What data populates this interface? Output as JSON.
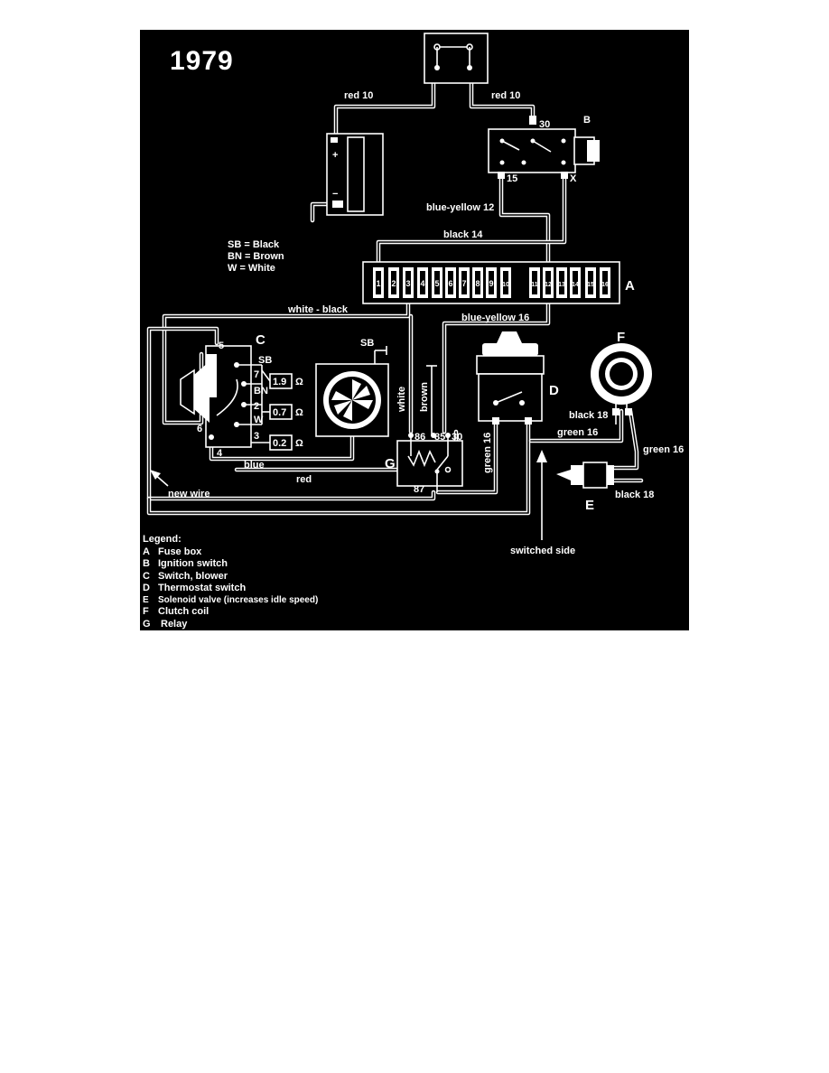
{
  "year": "1979",
  "abbreviations": [
    "SB = Black",
    "BN = Brown",
    "W = White"
  ],
  "component_letters": {
    "A": "A",
    "B": "B",
    "C": "C",
    "D": "D",
    "E": "E",
    "F": "F",
    "G": "G"
  },
  "fuse_numbers": [
    "1",
    "2",
    "3",
    "4",
    "5",
    "6",
    "7",
    "8",
    "9",
    "10",
    "11",
    "12",
    "13",
    "14",
    "15",
    "16"
  ],
  "ignition_terminals": {
    "t30": "30",
    "t15": "15",
    "tx": "X"
  },
  "blower_switch": {
    "terminals": {
      "t5": "5",
      "t7": "7",
      "t2": "2",
      "t3": "3",
      "t6": "6",
      "t4": "4"
    },
    "wire_codes": {
      "sb": "SB",
      "bn": "BN",
      "w": "W"
    },
    "resistors": [
      "1.9",
      "0.7",
      "0.2"
    ],
    "ohm": "Ω"
  },
  "fan_label": "SB",
  "relay_terminals": {
    "t86": "86",
    "t85": "85",
    "t30": "30",
    "t87": "87"
  },
  "wires": {
    "red10_left": "red 10",
    "red10_right": "red 10",
    "blue_yellow_12": "blue-yellow 12",
    "black_14": "black 14",
    "white_black": "white - black",
    "blue_yellow_16": "blue-yellow 16",
    "white": "white",
    "brown": "brown",
    "green16_vertical": "green 16",
    "green16_horizontal": "green 16",
    "green16_right": "green 16",
    "black18_upper": "black 18",
    "black18_lower": "black 18",
    "blue": "blue",
    "red": "red",
    "new_wire": "new wire"
  },
  "annotations": {
    "switched_side": "switched side"
  },
  "legend": {
    "title": "Legend:",
    "items": [
      {
        "letter": "A",
        "text": "Fuse box"
      },
      {
        "letter": "B",
        "text": "Ignition switch"
      },
      {
        "letter": "C",
        "text": "Switch, blower"
      },
      {
        "letter": "D",
        "text": "Thermostat switch"
      },
      {
        "letter": "E",
        "text": "Solenoid valve (increases idle speed)"
      },
      {
        "letter": "F",
        "text": "Clutch coil"
      },
      {
        "letter": "G",
        "text": "Relay"
      }
    ]
  },
  "colors": {
    "background": "#000000",
    "ink": "#ffffff",
    "page": "#ffffff"
  }
}
